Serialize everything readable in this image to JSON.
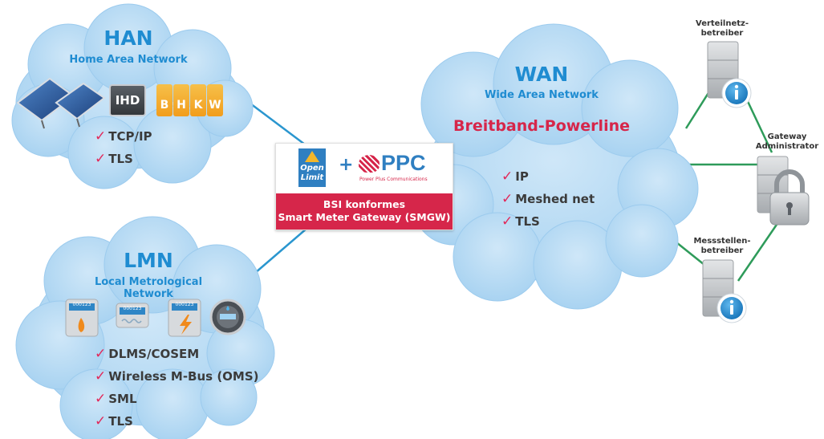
{
  "clouds": {
    "han": {
      "title": "HAN",
      "subtitle": "Home Area Network",
      "protocols": [
        "TCP/IP",
        "TLS"
      ],
      "devices": {
        "ihd": "IHD",
        "bhkw": [
          "B",
          "H",
          "K",
          "W"
        ]
      }
    },
    "lmn": {
      "title": "LMN",
      "subtitle": "Local Metrological Network",
      "protocols": [
        "DLMS/COSEM",
        "Wireless M-Bus (OMS)",
        "SML",
        "TLS"
      ],
      "meter_reading": "000123"
    },
    "wan": {
      "title": "WAN",
      "subtitle": "Wide Area Network",
      "technology": "Breitband-Powerline",
      "protocols": [
        "IP",
        "Meshed net",
        "TLS"
      ]
    }
  },
  "gateway": {
    "logo_openlimit": [
      "Open",
      "Limit"
    ],
    "plus": "+",
    "logo_ppc": "PPC",
    "logo_ppc_tagline": "Power Plus Communications",
    "label": [
      "BSI konformes",
      "Smart Meter Gateway (SMGW)"
    ]
  },
  "nodes": {
    "verteilnetz": [
      "Verteilnetz-",
      "betreiber"
    ],
    "gateway_admin": [
      "Gateway",
      "Administrator"
    ],
    "messstellen": [
      "Messstellen-",
      "betreiber"
    ]
  },
  "check_glyph": "✓",
  "colors": {
    "cloud": "#b7daf3",
    "cloud_edge": "#9ccbee",
    "title_blue": "#1f8cd1",
    "accent_red": "#d6264a",
    "check_pink": "#e2285a",
    "link_blue": "#2a96cf",
    "link_green": "#2e9b5a",
    "server_gray": "#b9bcbf"
  },
  "icons": [
    "solar-panel-icon",
    "ihd-display-icon",
    "bhkw-icon",
    "gas-meter-icon",
    "heat-meter-icon",
    "electricity-meter-icon",
    "water-meter-icon",
    "server-icon",
    "info-icon",
    "lock-icon",
    "checkmark-icon"
  ]
}
